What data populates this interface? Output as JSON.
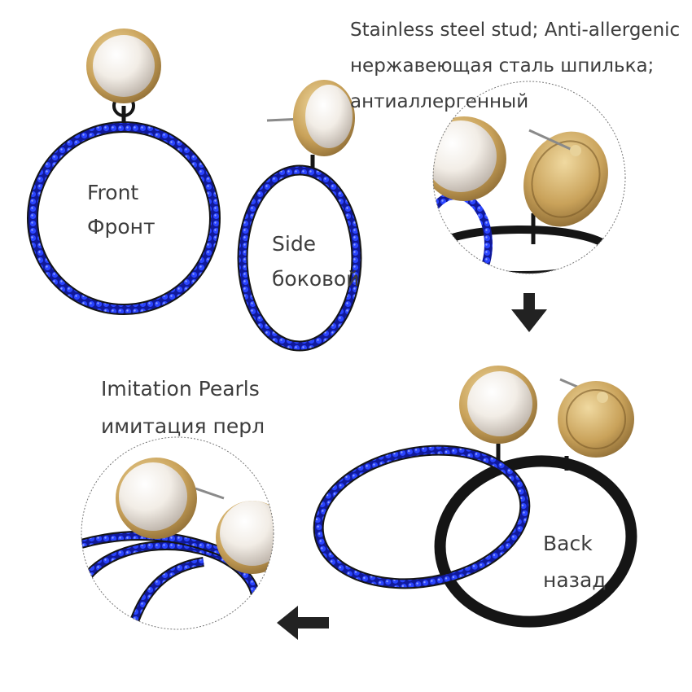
{
  "colors": {
    "background": "#ffffff",
    "rhinestone": "#1a2fd6",
    "metal_black": "#151515",
    "gold": "#c9a25a",
    "pearl": "#f2ede6",
    "text": "#3d3d3d",
    "arrow": "#222222"
  },
  "labels": {
    "front_en": "Front",
    "front_ru": "Фронт",
    "side_en": "Side",
    "side_ru": "боковой",
    "stud_line1": "Stainless steel stud; Anti-allergenic",
    "stud_line2": "нержавеющая сталь шпилька;",
    "stud_line3": "антиаллергенный",
    "pearls_en": "Imitation Pearls",
    "pearls_ru": "имитация перл",
    "back_en": "Back",
    "back_ru": "назад"
  },
  "icons": {
    "down_arrow": "arrow-down-icon",
    "left_arrow": "arrow-left-icon"
  }
}
